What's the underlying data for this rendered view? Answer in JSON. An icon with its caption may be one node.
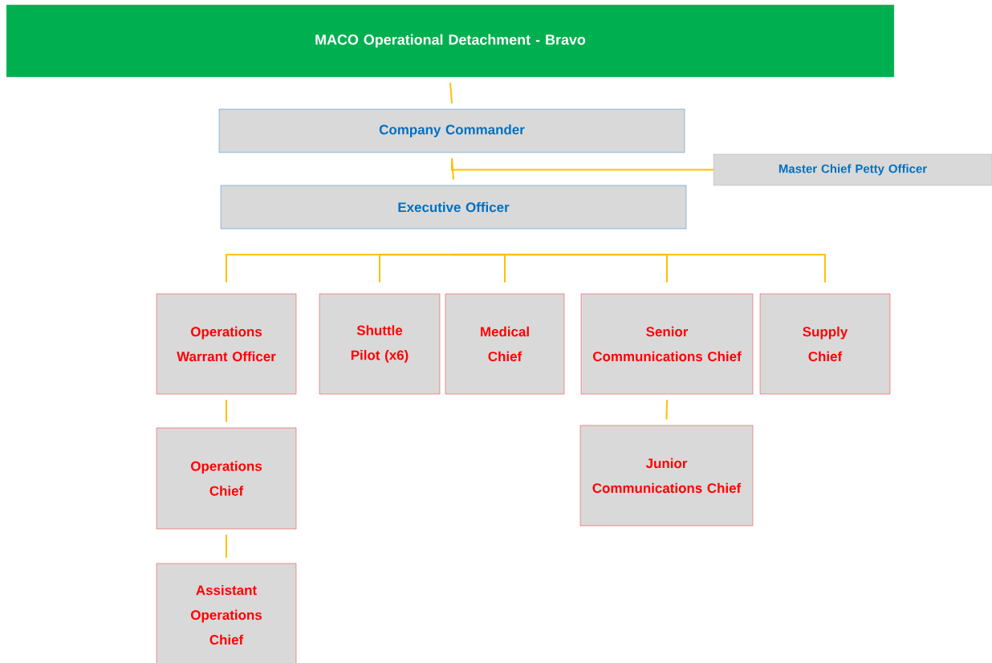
{
  "diagram": {
    "nodes": [
      {
        "text": [
          "MACO  Operational Detachment - Bravo"
        ]
      },
      {
        "text": [
          "Company Commander"
        ]
      },
      {
        "text": [
          "Master Chief Petty Officer"
        ]
      },
      {
        "text": [
          "Executive Officer"
        ]
      },
      {
        "text": [
          "Operations Warrant Officer"
        ]
      },
      {
        "text": [
          "Shuttle Pilot (x6)"
        ]
      },
      {
        "text": [
          "Medical Chief"
        ]
      },
      {
        "text": [
          "Senior Communications Chief"
        ]
      },
      {
        "text": [
          "Supply Chief"
        ]
      },
      {
        "text": [
          "Operations Chief"
        ]
      },
      {
        "text": [
          "Junior Communications Chief"
        ]
      },
      {
        "text": [
          "Assistant Operations Chief"
        ]
      }
    ],
    "edges": [
      {
        "from": 0,
        "to": 1,
        "arrow": "none"
      },
      {
        "from": 1,
        "to": 3,
        "arrow": "none"
      },
      {
        "from": 2,
        "to": 1,
        "arrow": "none"
      },
      {
        "from": 3,
        "to": 4,
        "arrow": "none"
      },
      {
        "from": 3,
        "to": 5,
        "arrow": "none"
      },
      {
        "from": 3,
        "to": 6,
        "arrow": "none"
      },
      {
        "from": 3,
        "to": 7,
        "arrow": "none"
      },
      {
        "from": 3,
        "to": 8,
        "arrow": "none"
      },
      {
        "from": 4,
        "to": 9,
        "arrow": "none"
      },
      {
        "from": 7,
        "to": 10,
        "arrow": "none"
      },
      {
        "from": 9,
        "to": 11,
        "arrow": "none"
      }
    ]
  }
}
